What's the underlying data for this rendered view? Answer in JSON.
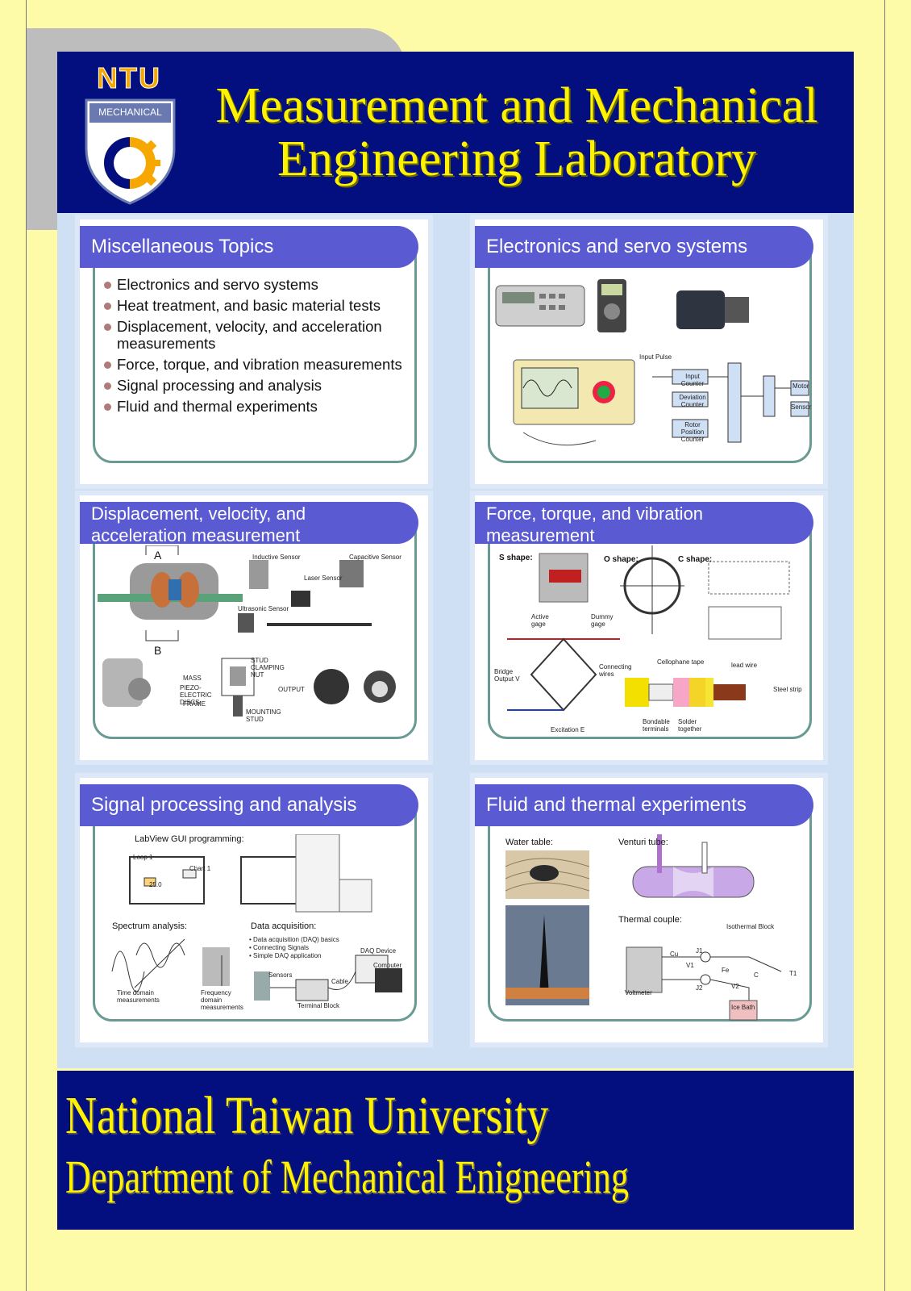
{
  "header": {
    "logo_text": "NTU",
    "logo_sub": "MECHANICAL",
    "title_line1": "Measurement and Mechanical",
    "title_line2": "Engineering Laboratory"
  },
  "panels": {
    "misc": {
      "title": "Miscellaneous Topics",
      "items": [
        "Electronics and servo systems",
        "Heat treatment, and basic material tests",
        "Displacement, velocity, and acceleration measurements",
        "Force, torque, and vibration measurements",
        "Signal processing and analysis",
        "Fluid and thermal experiments"
      ]
    },
    "electronics": {
      "title": "Electronics and servo systems",
      "labels": {
        "input_pulse": "Input Pulse",
        "input_counter": "Input Counter",
        "deviation_counter": "Deviation Counter",
        "rotor_position_counter": "Rotor Position Counter",
        "motor": "Motor",
        "sensor": "Sensor"
      }
    },
    "displacement": {
      "title_line1": "Displacement, velocity, and",
      "title_line2": "acceleration measurement",
      "labels": {
        "a": "A",
        "b": "B",
        "inductive": "Inductive Sensor",
        "capacitive": "Capacitive Sensor",
        "laser": "Laser Sensor",
        "ultrasonic": "Ultrasonic Sensor",
        "stud_nut": "STUD CLAMPING NUT",
        "mass": "MASS",
        "piezo": "PIEZO-ELECTRIC DISCS",
        "frame": "FRAME",
        "output": "OUTPUT",
        "mounting": "MOUNTING STUD"
      }
    },
    "force": {
      "title_line1": "Force, torque, and vibration",
      "title_line2": "measurement",
      "labels": {
        "s_shape": "S shape:",
        "o_shape": "O shape:",
        "c_shape": "C shape:",
        "active_gage": "Active gage",
        "dummy_gage": "Dummy gage",
        "bridge_output": "Bridge Output V",
        "excitation": "Excitation E",
        "cellophane": "Cellophane tape",
        "lead_wire": "lead wire",
        "steel_strip": "Steel strip",
        "bondable": "Bondable terminals",
        "solder": "Solder together",
        "connecting_wires": "Connecting wires"
      }
    },
    "signal": {
      "title": "Signal processing and analysis",
      "labels": {
        "labview": "LabView GUI programming:",
        "spectrum": "Spectrum analysis:",
        "daq": "Data acquisition:",
        "daq1": "• Data acquisition (DAQ) basics",
        "daq2": "• Connecting Signals",
        "daq3": "• Simple DAQ application",
        "time_domain": "Time domain measurements",
        "freq_domain": "Frequency domain measurements",
        "sensors": "Sensors",
        "terminal": "Terminal Block",
        "cable": "Cable",
        "daq_device": "DAQ Device",
        "computer": "Computer",
        "loop1": "Loop 1",
        "chart1": "Chart 1",
        "value": "25.0"
      }
    },
    "fluid": {
      "title": "Fluid and thermal experiments",
      "labels": {
        "water_table": "Water table:",
        "venturi": "Venturi tube:",
        "thermal_couple": "Thermal couple:",
        "isothermal": "Isothermal Block",
        "ice_bath": "Ice Bath",
        "voltmeter": "Voltmeter",
        "cu": "Cu",
        "fe": "Fe",
        "j1": "J1",
        "j2": "J2",
        "v1": "V1",
        "v2": "V2",
        "c": "C",
        "t1": "T1"
      }
    }
  },
  "footer": {
    "line1": "National Taiwan University",
    "line2": "Department of Mechanical Enigneering"
  },
  "colors": {
    "background": "#fdfaa8",
    "header_bg": "#030f7e",
    "title_text": "#fff200",
    "panel_title_bg": "#5a5ad2",
    "panel_border": "#6a9a94"
  }
}
